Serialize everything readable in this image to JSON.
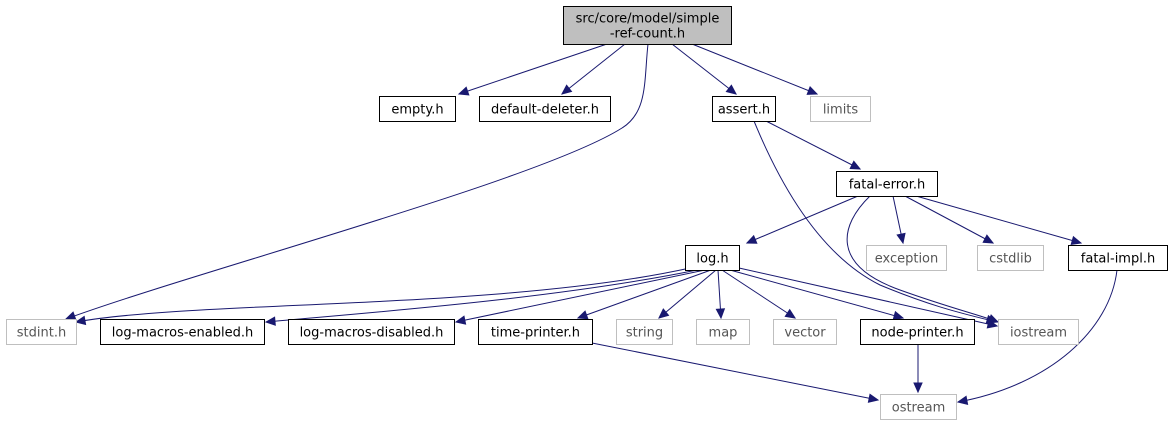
{
  "graph": {
    "colors": {
      "edge": "#191970",
      "root_fill": "#bfbfbf",
      "node_border": "#000000",
      "external_border": "#bfbfbf"
    },
    "nodes": [
      {
        "id": "root",
        "lines": [
          "src/core/model/simple",
          "-ref-count.h"
        ],
        "kind": "root"
      },
      {
        "id": "empty",
        "lines": [
          "empty.h"
        ],
        "kind": "file"
      },
      {
        "id": "default-deleter",
        "lines": [
          "default-deleter.h"
        ],
        "kind": "file"
      },
      {
        "id": "assert",
        "lines": [
          "assert.h"
        ],
        "kind": "file"
      },
      {
        "id": "limits",
        "lines": [
          "limits"
        ],
        "kind": "external"
      },
      {
        "id": "fatal-error",
        "lines": [
          "fatal-error.h"
        ],
        "kind": "file"
      },
      {
        "id": "log",
        "lines": [
          "log.h"
        ],
        "kind": "file"
      },
      {
        "id": "exception",
        "lines": [
          "exception"
        ],
        "kind": "external"
      },
      {
        "id": "cstdlib",
        "lines": [
          "cstdlib"
        ],
        "kind": "external"
      },
      {
        "id": "fatal-impl",
        "lines": [
          "fatal-impl.h"
        ],
        "kind": "file"
      },
      {
        "id": "stdint",
        "lines": [
          "stdint.h"
        ],
        "kind": "external"
      },
      {
        "id": "log-macros-enabled",
        "lines": [
          "log-macros-enabled.h"
        ],
        "kind": "file"
      },
      {
        "id": "log-macros-disabled",
        "lines": [
          "log-macros-disabled.h"
        ],
        "kind": "file"
      },
      {
        "id": "time-printer",
        "lines": [
          "time-printer.h"
        ],
        "kind": "file"
      },
      {
        "id": "string",
        "lines": [
          "string"
        ],
        "kind": "external"
      },
      {
        "id": "map",
        "lines": [
          "map"
        ],
        "kind": "external"
      },
      {
        "id": "vector",
        "lines": [
          "vector"
        ],
        "kind": "external"
      },
      {
        "id": "node-printer",
        "lines": [
          "node-printer.h"
        ],
        "kind": "file"
      },
      {
        "id": "iostream",
        "lines": [
          "iostream"
        ],
        "kind": "external"
      },
      {
        "id": "ostream",
        "lines": [
          "ostream"
        ],
        "kind": "external"
      }
    ],
    "edges": [
      {
        "from": "root",
        "to": "empty"
      },
      {
        "from": "root",
        "to": "default-deleter"
      },
      {
        "from": "root",
        "to": "assert"
      },
      {
        "from": "root",
        "to": "limits"
      },
      {
        "from": "root",
        "to": "stdint"
      },
      {
        "from": "assert",
        "to": "fatal-error"
      },
      {
        "from": "assert",
        "to": "iostream"
      },
      {
        "from": "fatal-error",
        "to": "log"
      },
      {
        "from": "fatal-error",
        "to": "exception"
      },
      {
        "from": "fatal-error",
        "to": "cstdlib"
      },
      {
        "from": "fatal-error",
        "to": "fatal-impl"
      },
      {
        "from": "fatal-error",
        "to": "iostream"
      },
      {
        "from": "fatal-impl",
        "to": "ostream"
      },
      {
        "from": "log",
        "to": "stdint"
      },
      {
        "from": "log",
        "to": "log-macros-enabled"
      },
      {
        "from": "log",
        "to": "log-macros-disabled"
      },
      {
        "from": "log",
        "to": "time-printer"
      },
      {
        "from": "log",
        "to": "string"
      },
      {
        "from": "log",
        "to": "map"
      },
      {
        "from": "log",
        "to": "vector"
      },
      {
        "from": "log",
        "to": "node-printer"
      },
      {
        "from": "log",
        "to": "iostream"
      },
      {
        "from": "time-printer",
        "to": "ostream"
      },
      {
        "from": "node-printer",
        "to": "ostream"
      }
    ]
  }
}
